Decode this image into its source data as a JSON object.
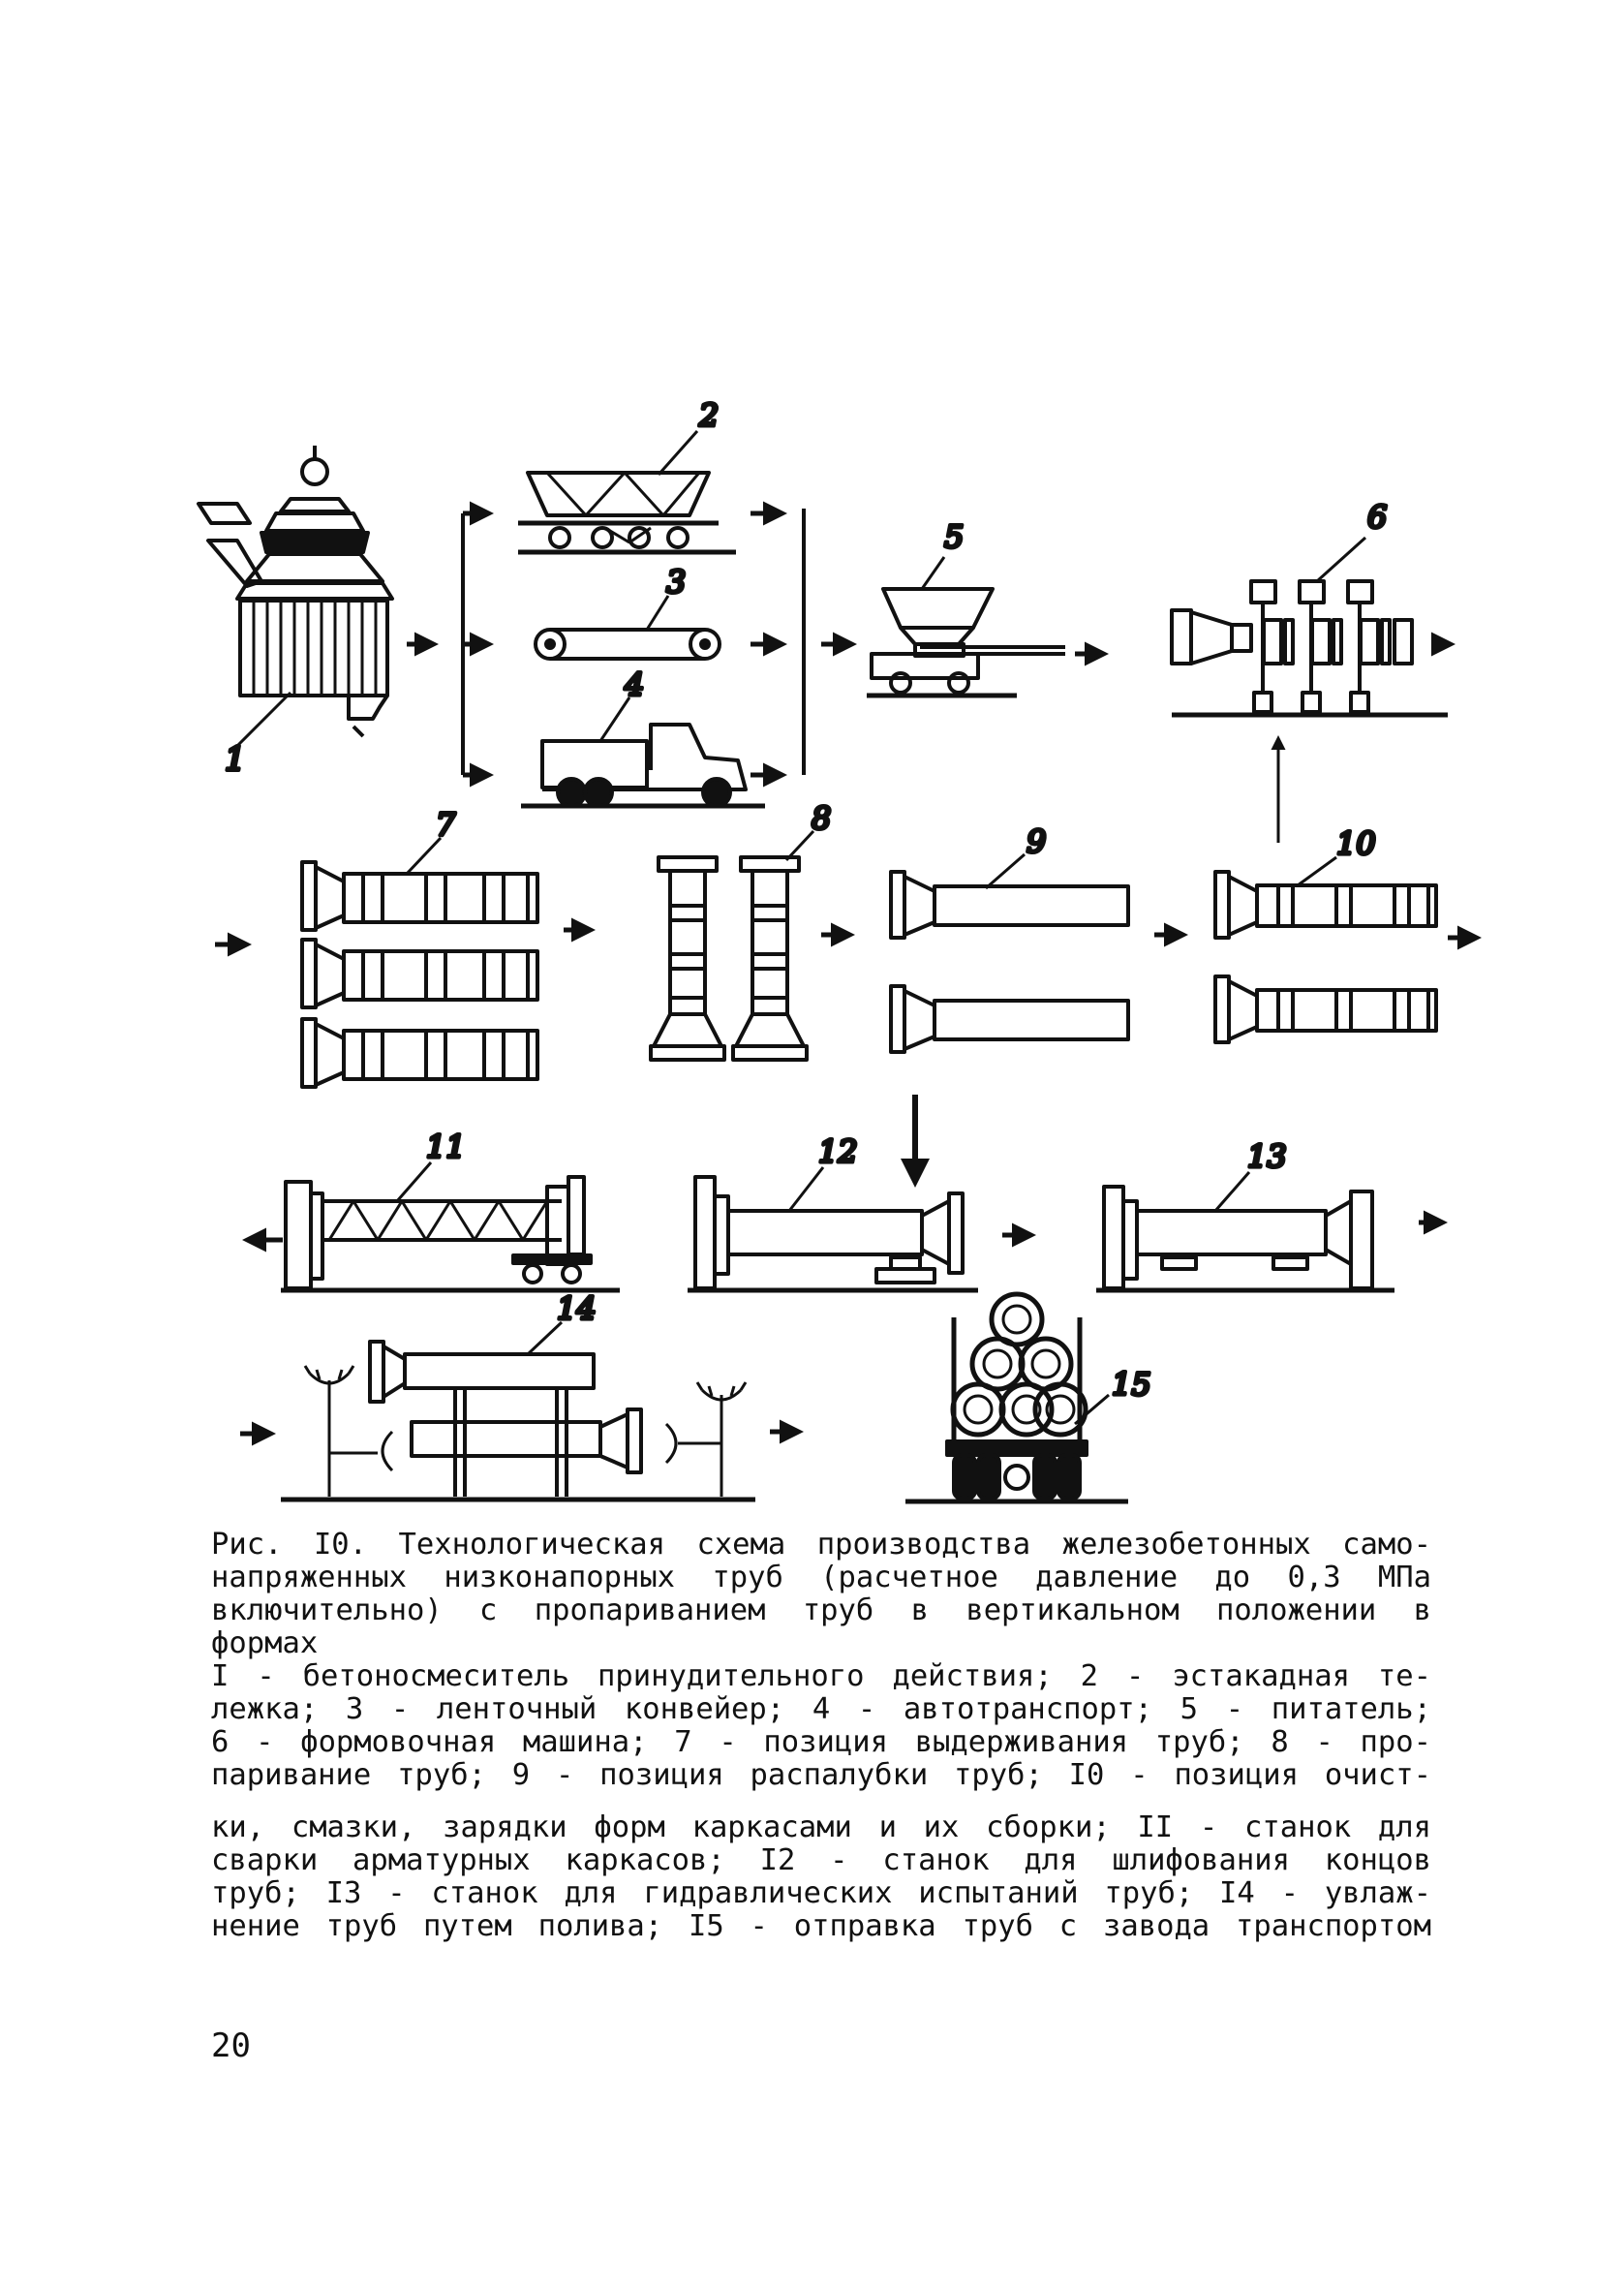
{
  "figure": {
    "labels": [
      "1",
      "2",
      "3",
      "4",
      "5",
      "6",
      "7",
      "8",
      "9",
      "10",
      "11",
      "12",
      "13",
      "14",
      "15"
    ]
  },
  "caption": {
    "lines": [
      "Рис. I0. Технологическая схема производства железобетонных само-",
      "напряженных низконапорных труб (расчетное давление до 0,3  МПа",
      "включительно) с пропариванием труб в вертикальном положении   в",
      "формах",
      "I - бетоносмеситель принудительного действия; 2 - эстакадная те-",
      "лежка; 3 - ленточный конвейер; 4 - автотранспорт; 5 -  питатель;",
      "6 - формовочная машина; 7 - позиция выдерживания труб; 8 -  про-",
      "паривание труб; 9 - позиция распалубки труб; I0 - позиция очист-",
      "ки, смазки, зарядки форм каркасами и их сборки; II - станок  для",
      "сварки арматурных каркасов; I2 - станок для шлифования    концов",
      "труб; I3 - станок для гидравлических испытаний труб; I4 - увлаж-",
      "нение труб путем полива; I5 - отправка труб с завода транспортом"
    ]
  },
  "page_number": "20"
}
